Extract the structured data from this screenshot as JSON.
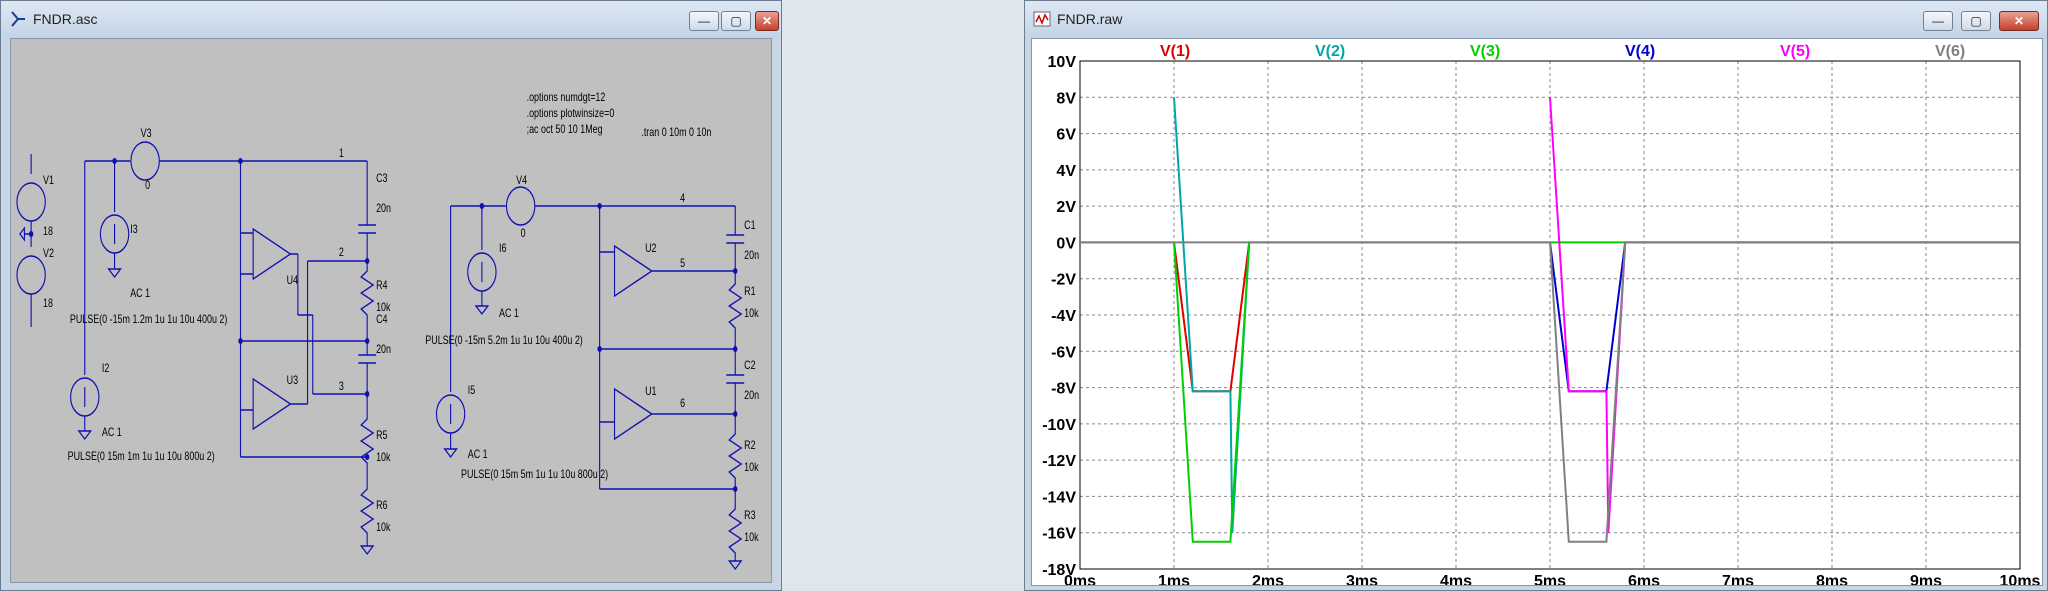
{
  "schematic_window": {
    "title": "FNDR.asc",
    "buttons": {
      "minimize": "—",
      "maximize": "▢",
      "close": "✕"
    },
    "directives": [
      ".options numdgt=12",
      ".options plotwinsize=0",
      ";ac oct 50 10 1Meg",
      ".tran 0 10m 0 10n"
    ],
    "sources": [
      {
        "name": "V1",
        "value": "18"
      },
      {
        "name": "V2",
        "value": "18"
      },
      {
        "name": "V3",
        "value": "0"
      },
      {
        "name": "V4",
        "value": "0"
      },
      {
        "name": "I2",
        "ac": "AC 1",
        "pulse": "PULSE(0 15m 1m 1u 1u 10u 800u 2)"
      },
      {
        "name": "I3",
        "ac": "AC 1",
        "pulse": "PULSE(0 -15m 1.2m 1u 1u 10u 400u 2)"
      },
      {
        "name": "I5",
        "ac": "AC 1",
        "pulse": "PULSE(0 15m 5m 1u 1u 10u 800u 2)"
      },
      {
        "name": "I6",
        "ac": "AC 1",
        "pulse": "PULSE(0 -15m 5.2m 1u 1u 10u 400u 2)"
      }
    ],
    "opamps": [
      "U1",
      "U2",
      "U3",
      "U4"
    ],
    "capacitors": [
      {
        "name": "C1",
        "value": "20n"
      },
      {
        "name": "C2",
        "value": "20n"
      },
      {
        "name": "C3",
        "value": "20n"
      },
      {
        "name": "C4",
        "value": "20n"
      }
    ],
    "resistors": [
      {
        "name": "R1",
        "value": "10k"
      },
      {
        "name": "R2",
        "value": "10k"
      },
      {
        "name": "R3",
        "value": "10k"
      },
      {
        "name": "R4",
        "value": "10k"
      },
      {
        "name": "R5",
        "value": "10k"
      },
      {
        "name": "R6",
        "value": "10k"
      }
    ],
    "net_labels": [
      "1",
      "2",
      "3",
      "4",
      "5",
      "6"
    ]
  },
  "waveform_window": {
    "title": "FNDR.raw",
    "buttons": {
      "minimize": "—",
      "maximize": "▢",
      "close": "✕"
    }
  },
  "chart_data": {
    "type": "line",
    "title": "",
    "xlabel": "",
    "ylabel": "",
    "xlim": [
      0,
      10
    ],
    "ylim": [
      -18,
      10
    ],
    "grid": true,
    "x_ticks": [
      "0ms",
      "1ms",
      "2ms",
      "3ms",
      "4ms",
      "5ms",
      "6ms",
      "7ms",
      "8ms",
      "9ms",
      "10ms"
    ],
    "y_ticks": [
      "10V",
      "8V",
      "6V",
      "4V",
      "2V",
      "0V",
      "-2V",
      "-4V",
      "-6V",
      "-8V",
      "-10V",
      "-12V",
      "-14V",
      "-16V",
      "-18V"
    ],
    "series": [
      {
        "name": "V(1)",
        "color": "#e00000",
        "points": [
          [
            1.0,
            0
          ],
          [
            1.2,
            -8.2
          ],
          [
            1.6,
            -8.2
          ],
          [
            1.8,
            0
          ]
        ]
      },
      {
        "name": "V(2)",
        "color": "#00a6a6",
        "points": [
          [
            1.0,
            8
          ],
          [
            1.2,
            -8.2
          ],
          [
            1.6,
            -8.2
          ],
          [
            1.62,
            -16
          ],
          [
            1.8,
            0
          ]
        ]
      },
      {
        "name": "V(3)",
        "color": "#00d000",
        "points": [
          [
            0,
            0
          ],
          [
            1.0,
            0
          ],
          [
            1.2,
            -16.5
          ],
          [
            1.6,
            -16.5
          ],
          [
            1.8,
            0
          ],
          [
            10,
            0
          ]
        ]
      },
      {
        "name": "V(4)",
        "color": "#0000d0",
        "points": [
          [
            5.0,
            0
          ],
          [
            5.2,
            -8.2
          ],
          [
            5.6,
            -8.2
          ],
          [
            5.8,
            0
          ]
        ]
      },
      {
        "name": "V(5)",
        "color": "#ff00ff",
        "points": [
          [
            5.0,
            8
          ],
          [
            5.2,
            -8.2
          ],
          [
            5.6,
            -8.2
          ],
          [
            5.62,
            -16
          ],
          [
            5.8,
            0
          ],
          [
            10,
            0
          ]
        ]
      },
      {
        "name": "V(6)",
        "color": "#808080",
        "points": [
          [
            0,
            0
          ],
          [
            5.0,
            0
          ],
          [
            5.2,
            -16.5
          ],
          [
            5.6,
            -16.5
          ],
          [
            5.8,
            0
          ],
          [
            10,
            0
          ]
        ]
      }
    ]
  }
}
